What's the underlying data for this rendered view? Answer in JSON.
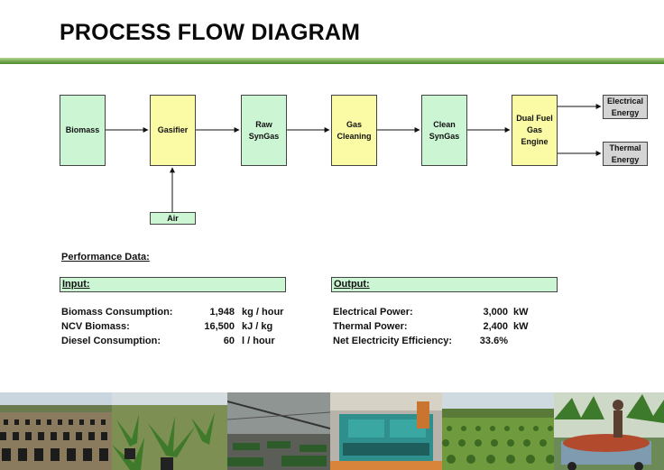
{
  "title": "PROCESS FLOW DIAGRAM",
  "flow": {
    "biomass": "Biomass",
    "gasifier": "Gasifier",
    "raw_syngas": "Raw\nSynGas",
    "gas_cleaning": "Gas\nCleaning",
    "clean_syngas": "Clean\nSynGas",
    "engine": "Dual Fuel\nGas Engine",
    "electrical": "Electrical\nEnergy",
    "thermal": "Thermal\nEnergy",
    "air": "Air"
  },
  "performance": {
    "heading": "Performance Data:",
    "input": {
      "label": "Input:",
      "rows": [
        {
          "label": "Biomass Consumption:",
          "value": "1,948",
          "unit": "kg / hour"
        },
        {
          "label": "NCV Biomass:",
          "value": "16,500",
          "unit": "kJ / kg"
        },
        {
          "label": "Diesel Consumption:",
          "value": "60",
          "unit": "l / hour"
        }
      ]
    },
    "output": {
      "label": "Output:",
      "rows": [
        {
          "label": "Electrical Power:",
          "value": "3,000",
          "unit": "kW"
        },
        {
          "label": "Thermal Power:",
          "value": "2,400",
          "unit": "kW"
        },
        {
          "label": "Net Electricity Efficiency:",
          "value": "33.6%",
          "unit": ""
        }
      ]
    }
  },
  "colors": {
    "green_box": "#ccf5d4",
    "yellow_box": "#fbfba6",
    "grey_box": "#d4d4d4",
    "rule_green": "#4e8a2f"
  },
  "photos": [
    "oil-palm-nursery",
    "palm-seedlings",
    "nursery-shade-house",
    "gas-engine-generator",
    "palm-plantation",
    "fruit-bunch-truck"
  ]
}
